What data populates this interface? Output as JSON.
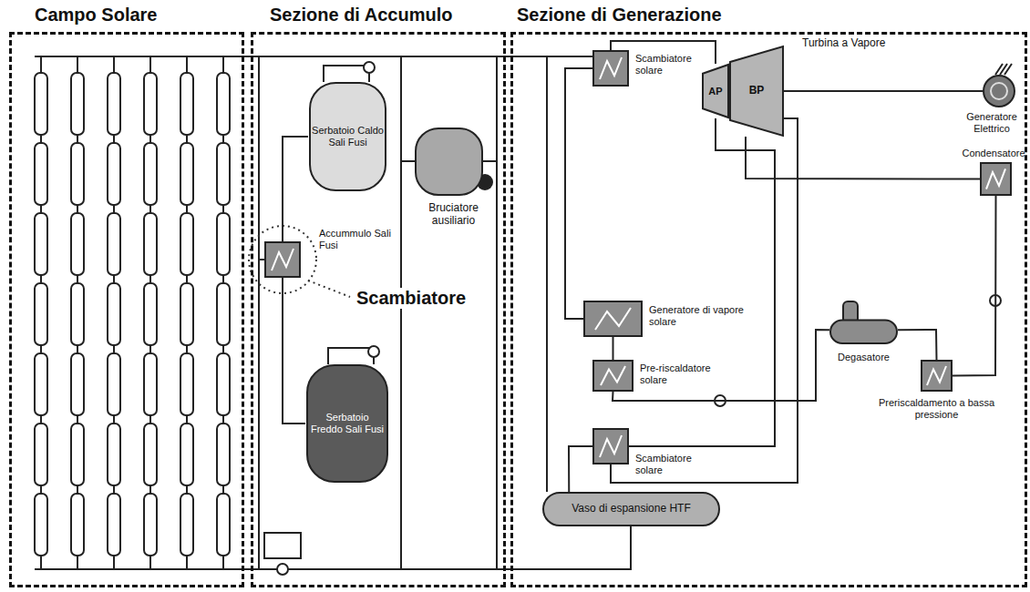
{
  "diagram": {
    "nodes": [
      {
        "text": [
          "Campo Solare"
        ]
      },
      {
        "text": [
          "Sezione di Accumulo"
        ]
      },
      {
        "text": [
          "Sezione di Generazione"
        ]
      },
      {
        "text": [
          "Serbatoio Caldo Sali Fusi"
        ],
        "in": 1
      },
      {
        "text": [
          "Accummulo Sali Fusi"
        ],
        "in": 1
      },
      {
        "text": [
          "Serbatoio Freddo Sali Fusi"
        ],
        "in": 1
      },
      {
        "text": [
          "Bruciatore ausiliario"
        ],
        "in": 1
      },
      {
        "text": [
          "Scambiatore solare"
        ],
        "in": 2
      },
      {
        "text": [
          "AP"
        ],
        "in": 2
      },
      {
        "text": [
          "BP"
        ],
        "in": 2
      },
      {
        "text": [
          "Generatore Elettrico"
        ],
        "in": 2
      },
      {
        "text": [
          "Condensatore"
        ],
        "in": 2
      },
      {
        "text": [
          "Generatore di vapore solare"
        ],
        "in": 2
      },
      {
        "text": [
          "Pre-riscaldatore solare"
        ],
        "in": 2
      },
      {
        "text": [
          "Degasatore"
        ],
        "in": 2
      },
      {
        "text": [
          "Preriscaldamento a bassa pressione"
        ],
        "in": 2
      },
      {
        "text": [
          "Scambiatore solare"
        ],
        "in": 2
      },
      {
        "text": [
          "Vaso di espansione HTF"
        ],
        "in": 2
      }
    ],
    "edges": [
      {
        "from": 3,
        "to": 4,
        "arrow": "none"
      },
      {
        "from": 4,
        "to": 5,
        "arrow": "none"
      },
      {
        "from": 7,
        "to": 8,
        "arrow": "none"
      },
      {
        "from": 9,
        "to": 10,
        "arrow": "none"
      },
      {
        "from": 9,
        "to": 11,
        "arrow": "none"
      },
      {
        "from": 11,
        "to": 15,
        "arrow": "none"
      },
      {
        "from": 15,
        "to": 14,
        "arrow": "none"
      },
      {
        "from": 14,
        "to": 13,
        "arrow": "none"
      },
      {
        "from": 13,
        "to": 12,
        "arrow": "none"
      },
      {
        "from": 12,
        "to": 7,
        "arrow": "none"
      },
      {
        "from": 8,
        "to": 16,
        "arrow": "none"
      },
      {
        "from": 16,
        "to": 9,
        "arrow": "none"
      },
      {
        "from": 17,
        "to": 16,
        "arrow": "none"
      }
    ],
    "labels": [
      "Scambiatore",
      "Turbina a Vapore"
    ]
  }
}
